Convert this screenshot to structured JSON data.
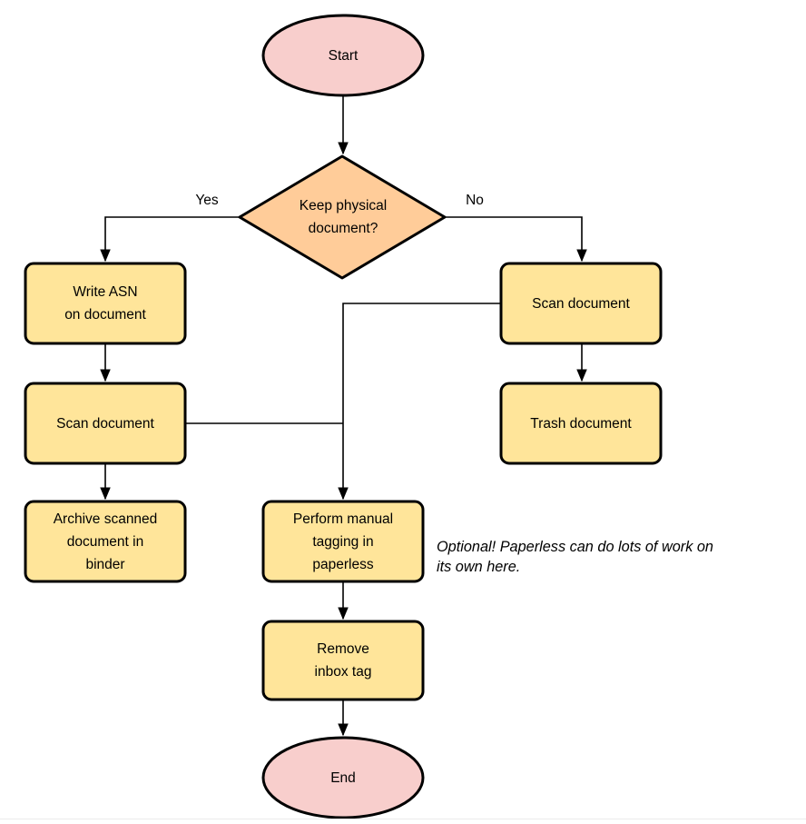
{
  "colors": {
    "terminal_fill": "#f8cecc",
    "decision_fill": "#ffcc99",
    "process_fill": "#ffe59a",
    "stroke": "#000000"
  },
  "nodes": {
    "start": {
      "type": "terminal",
      "label": "Start"
    },
    "decision": {
      "type": "decision",
      "lines": [
        "Keep physical",
        "document?"
      ]
    },
    "write_asn": {
      "type": "process",
      "lines": [
        "Write ASN",
        "on document"
      ]
    },
    "scan_left": {
      "type": "process",
      "label": "Scan document"
    },
    "archive": {
      "type": "process",
      "lines": [
        "Archive scanned",
        "document in",
        "binder"
      ]
    },
    "scan_right": {
      "type": "process",
      "label": "Scan document"
    },
    "trash": {
      "type": "process",
      "label": "Trash document"
    },
    "tagging": {
      "type": "process",
      "lines": [
        "Perform manual",
        "tagging in",
        "paperless"
      ]
    },
    "remove_inbox": {
      "type": "process",
      "lines": [
        "Remove",
        "inbox tag"
      ]
    },
    "end": {
      "type": "terminal",
      "label": "End"
    }
  },
  "edge_labels": {
    "yes": "Yes",
    "no": "No"
  },
  "note": {
    "lines": [
      "Optional! Paperless can do lots of work on",
      "its own here."
    ]
  }
}
